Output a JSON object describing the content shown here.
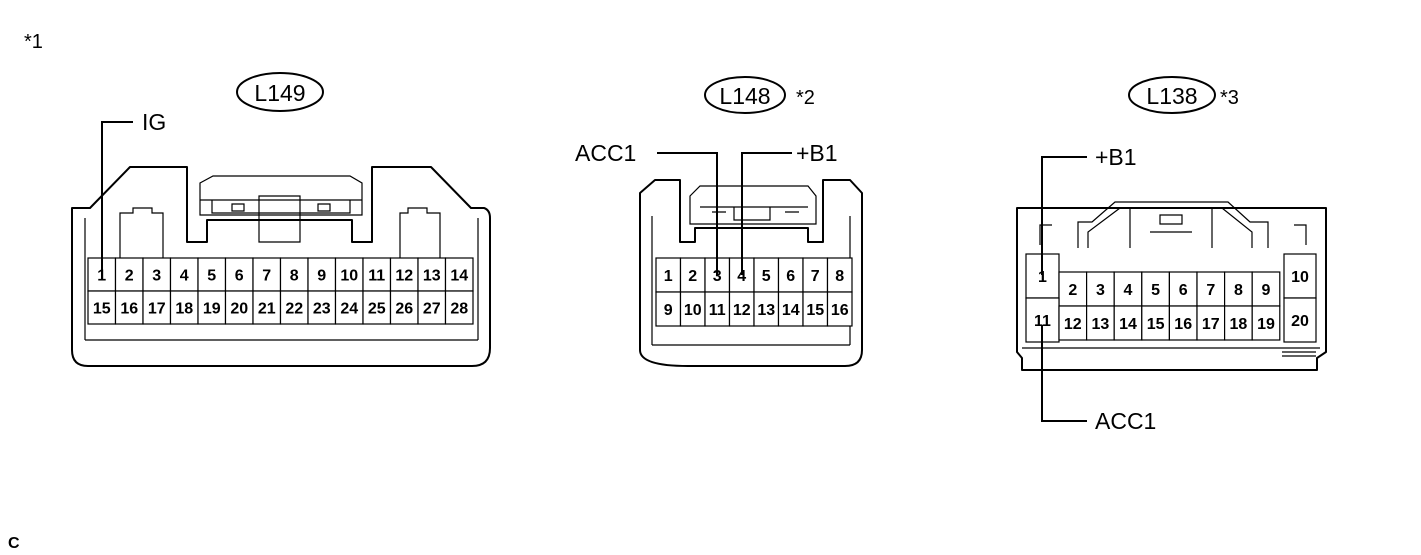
{
  "page_note": "*1",
  "corner_mark": "C",
  "connectors": [
    {
      "code": "L149",
      "note": "",
      "rows": [
        [
          "1",
          "2",
          "3",
          "4",
          "5",
          "6",
          "7",
          "8",
          "9",
          "10",
          "11",
          "12",
          "13",
          "14"
        ],
        [
          "15",
          "16",
          "17",
          "18",
          "19",
          "20",
          "21",
          "22",
          "23",
          "24",
          "25",
          "26",
          "27",
          "28"
        ]
      ],
      "callouts": [
        {
          "label": "IG",
          "pin": "1"
        }
      ]
    },
    {
      "code": "L148",
      "note": "*2",
      "rows": [
        [
          "1",
          "2",
          "3",
          "4",
          "5",
          "6",
          "7",
          "8"
        ],
        [
          "9",
          "10",
          "11",
          "12",
          "13",
          "14",
          "15",
          "16"
        ]
      ],
      "callouts": [
        {
          "label": "ACC1",
          "pin": "3"
        },
        {
          "label": "+B1",
          "pin": "4"
        }
      ]
    },
    {
      "code": "L138",
      "note": "*3",
      "rows": [
        [
          "1",
          "2",
          "3",
          "4",
          "5",
          "6",
          "7",
          "8",
          "9",
          "10"
        ],
        [
          "11",
          "12",
          "13",
          "14",
          "15",
          "16",
          "17",
          "18",
          "19",
          "20"
        ]
      ],
      "callouts": [
        {
          "label": "+B1",
          "pin": "1"
        },
        {
          "label": "ACC1",
          "pin": "11"
        }
      ]
    }
  ]
}
